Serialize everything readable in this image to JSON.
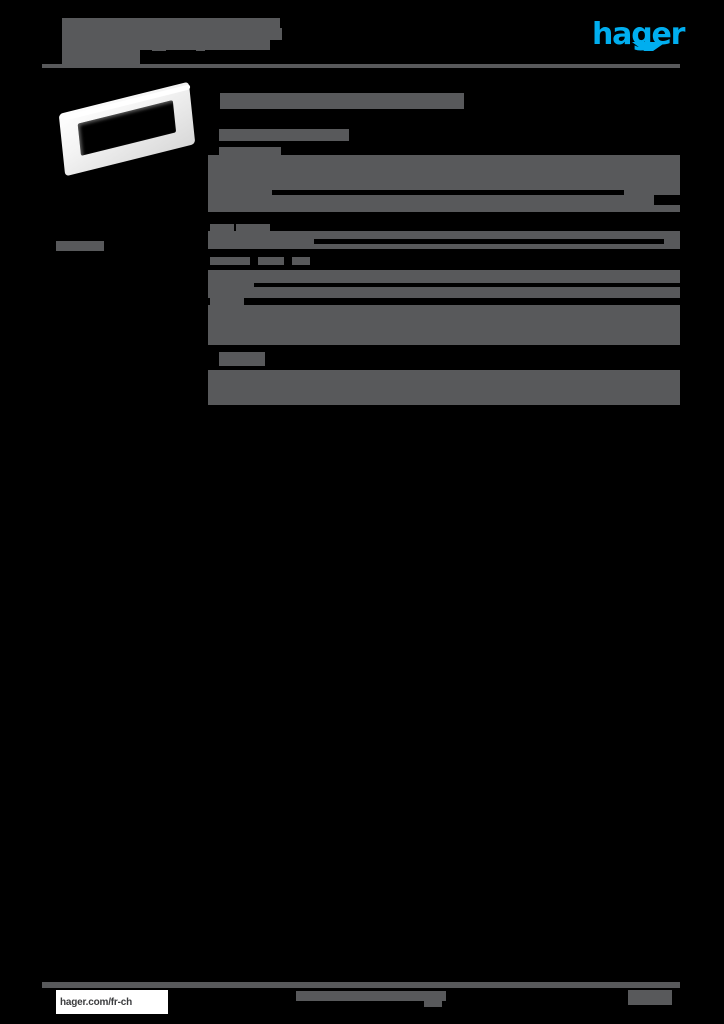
{
  "document": {
    "type": "product-datasheet",
    "title_redacted": true,
    "page_background": "#000000",
    "redaction_color": "#58595b"
  },
  "brand": {
    "logo_text": "hager",
    "logo_color": "#00aeef",
    "swoosh_name": "hager-swoosh"
  },
  "header": {
    "title_line_1": "",
    "title_line_2": "",
    "subtitle": "",
    "rule_color": "#58595b"
  },
  "product": {
    "image_alt": "white rectangular cover frame plate",
    "caption": ""
  },
  "sidebar": {
    "label": ""
  },
  "main": {
    "section_title": "",
    "sub_heading": "",
    "sub_heading_small": "",
    "tables": [
      {
        "name": "spec-block-1",
        "rows": [
          "",
          "",
          ""
        ]
      },
      {
        "name": "spec-block-2",
        "rows": [
          "",
          ""
        ]
      },
      {
        "name": "spec-block-3",
        "rows": [
          "",
          ""
        ]
      },
      {
        "name": "spec-block-4",
        "rows": [
          "",
          ""
        ]
      },
      {
        "name": "spec-block-5",
        "rows": [
          "",
          ""
        ]
      }
    ]
  },
  "footer": {
    "url": "hager.com/fr-ch",
    "center_text": "",
    "page_number": "",
    "rule_color": "#58595b"
  }
}
